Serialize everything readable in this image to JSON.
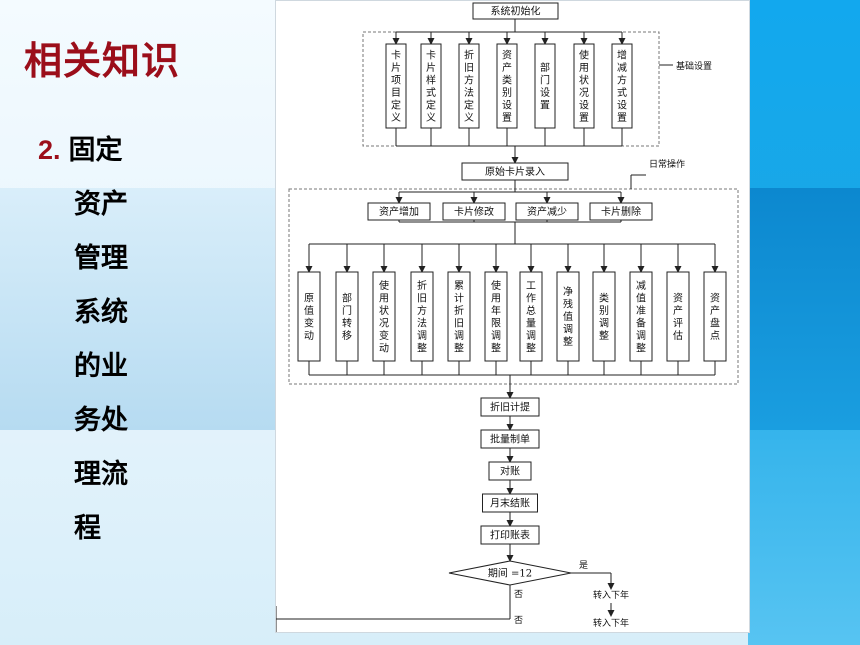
{
  "slide": {
    "title": "相关知识",
    "section_number": "2.",
    "section_title_lines": [
      "固定",
      "资产",
      "管理",
      "系统",
      "的业",
      "务处",
      "理流",
      "程"
    ]
  },
  "flowchart": {
    "start": "系统初始化",
    "basic_settings_label": "基础设置",
    "basic_settings": [
      "卡片项目定义",
      "卡片样式定义",
      "折旧方法定义",
      "资产类别设置",
      "部门设置",
      "使用状况设置",
      "增减方式设置"
    ],
    "card_entry": "原始卡片录入",
    "daily_ops_label": "日常操作",
    "daily_ops": [
      "资产增加",
      "卡片修改",
      "资产减少",
      "卡片删除"
    ],
    "changes": [
      "原值变动",
      "部门转移",
      "使用状况变动",
      "折旧方法调整",
      "累计折旧调整",
      "使用年限调整",
      "工作总量调整",
      "净残值调整",
      "类别调整",
      "减值准备调整",
      "资产评估",
      "资产盘点"
    ],
    "sequence": [
      "折旧计提",
      "批量制单",
      "对账",
      "月末结账",
      "打印账表"
    ],
    "decision": "期间 =12",
    "yes_label": "是",
    "no_label": "否",
    "next_year": "转入下年"
  }
}
